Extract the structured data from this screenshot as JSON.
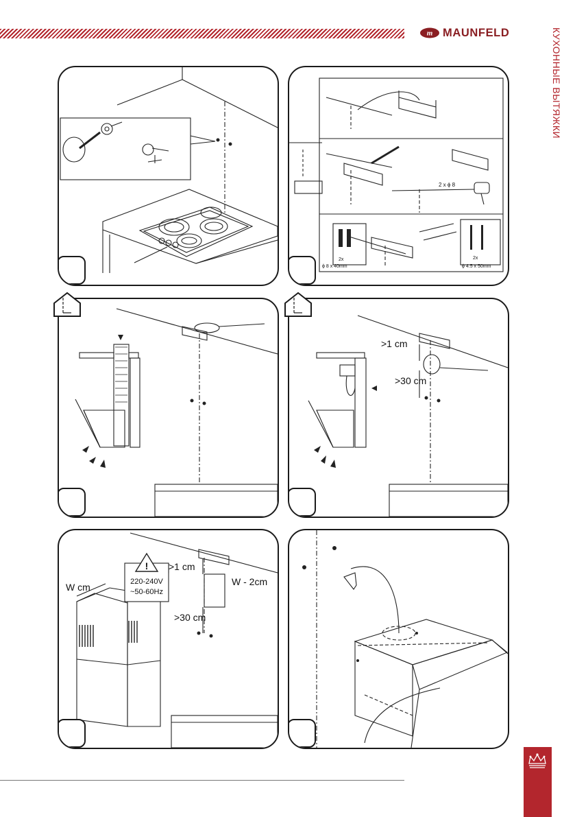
{
  "brand": {
    "name": "MAUNFELD",
    "logo_icon": "maunfeld-m-logo"
  },
  "section_title": "КУХОННЫЕ ВЫТЯЖКИ",
  "colors": {
    "accent": "#b3262d",
    "brand_dark": "#8a1e22"
  },
  "panels": {
    "p2": {
      "drill_label": "2 x ϕ 8",
      "dowel_qty": "2x",
      "dowel_size": "ϕ 8 x 40mm",
      "screw_qty": "2x",
      "screw_size": "ϕ 4.5 x 50mm"
    },
    "p4": {
      "gap_top": ">1 cm",
      "gap_bottom": ">30 cm"
    },
    "p5": {
      "width_label": "W cm",
      "gap_top": ">1 cm",
      "gap_bottom": ">30 cm",
      "width_minus": "W - 2cm",
      "voltage": "220-240V",
      "frequency": "~50-60Hz",
      "warning_icon": "warning-triangle-icon"
    }
  },
  "footer": {
    "crown_icon": "crown-icon"
  }
}
